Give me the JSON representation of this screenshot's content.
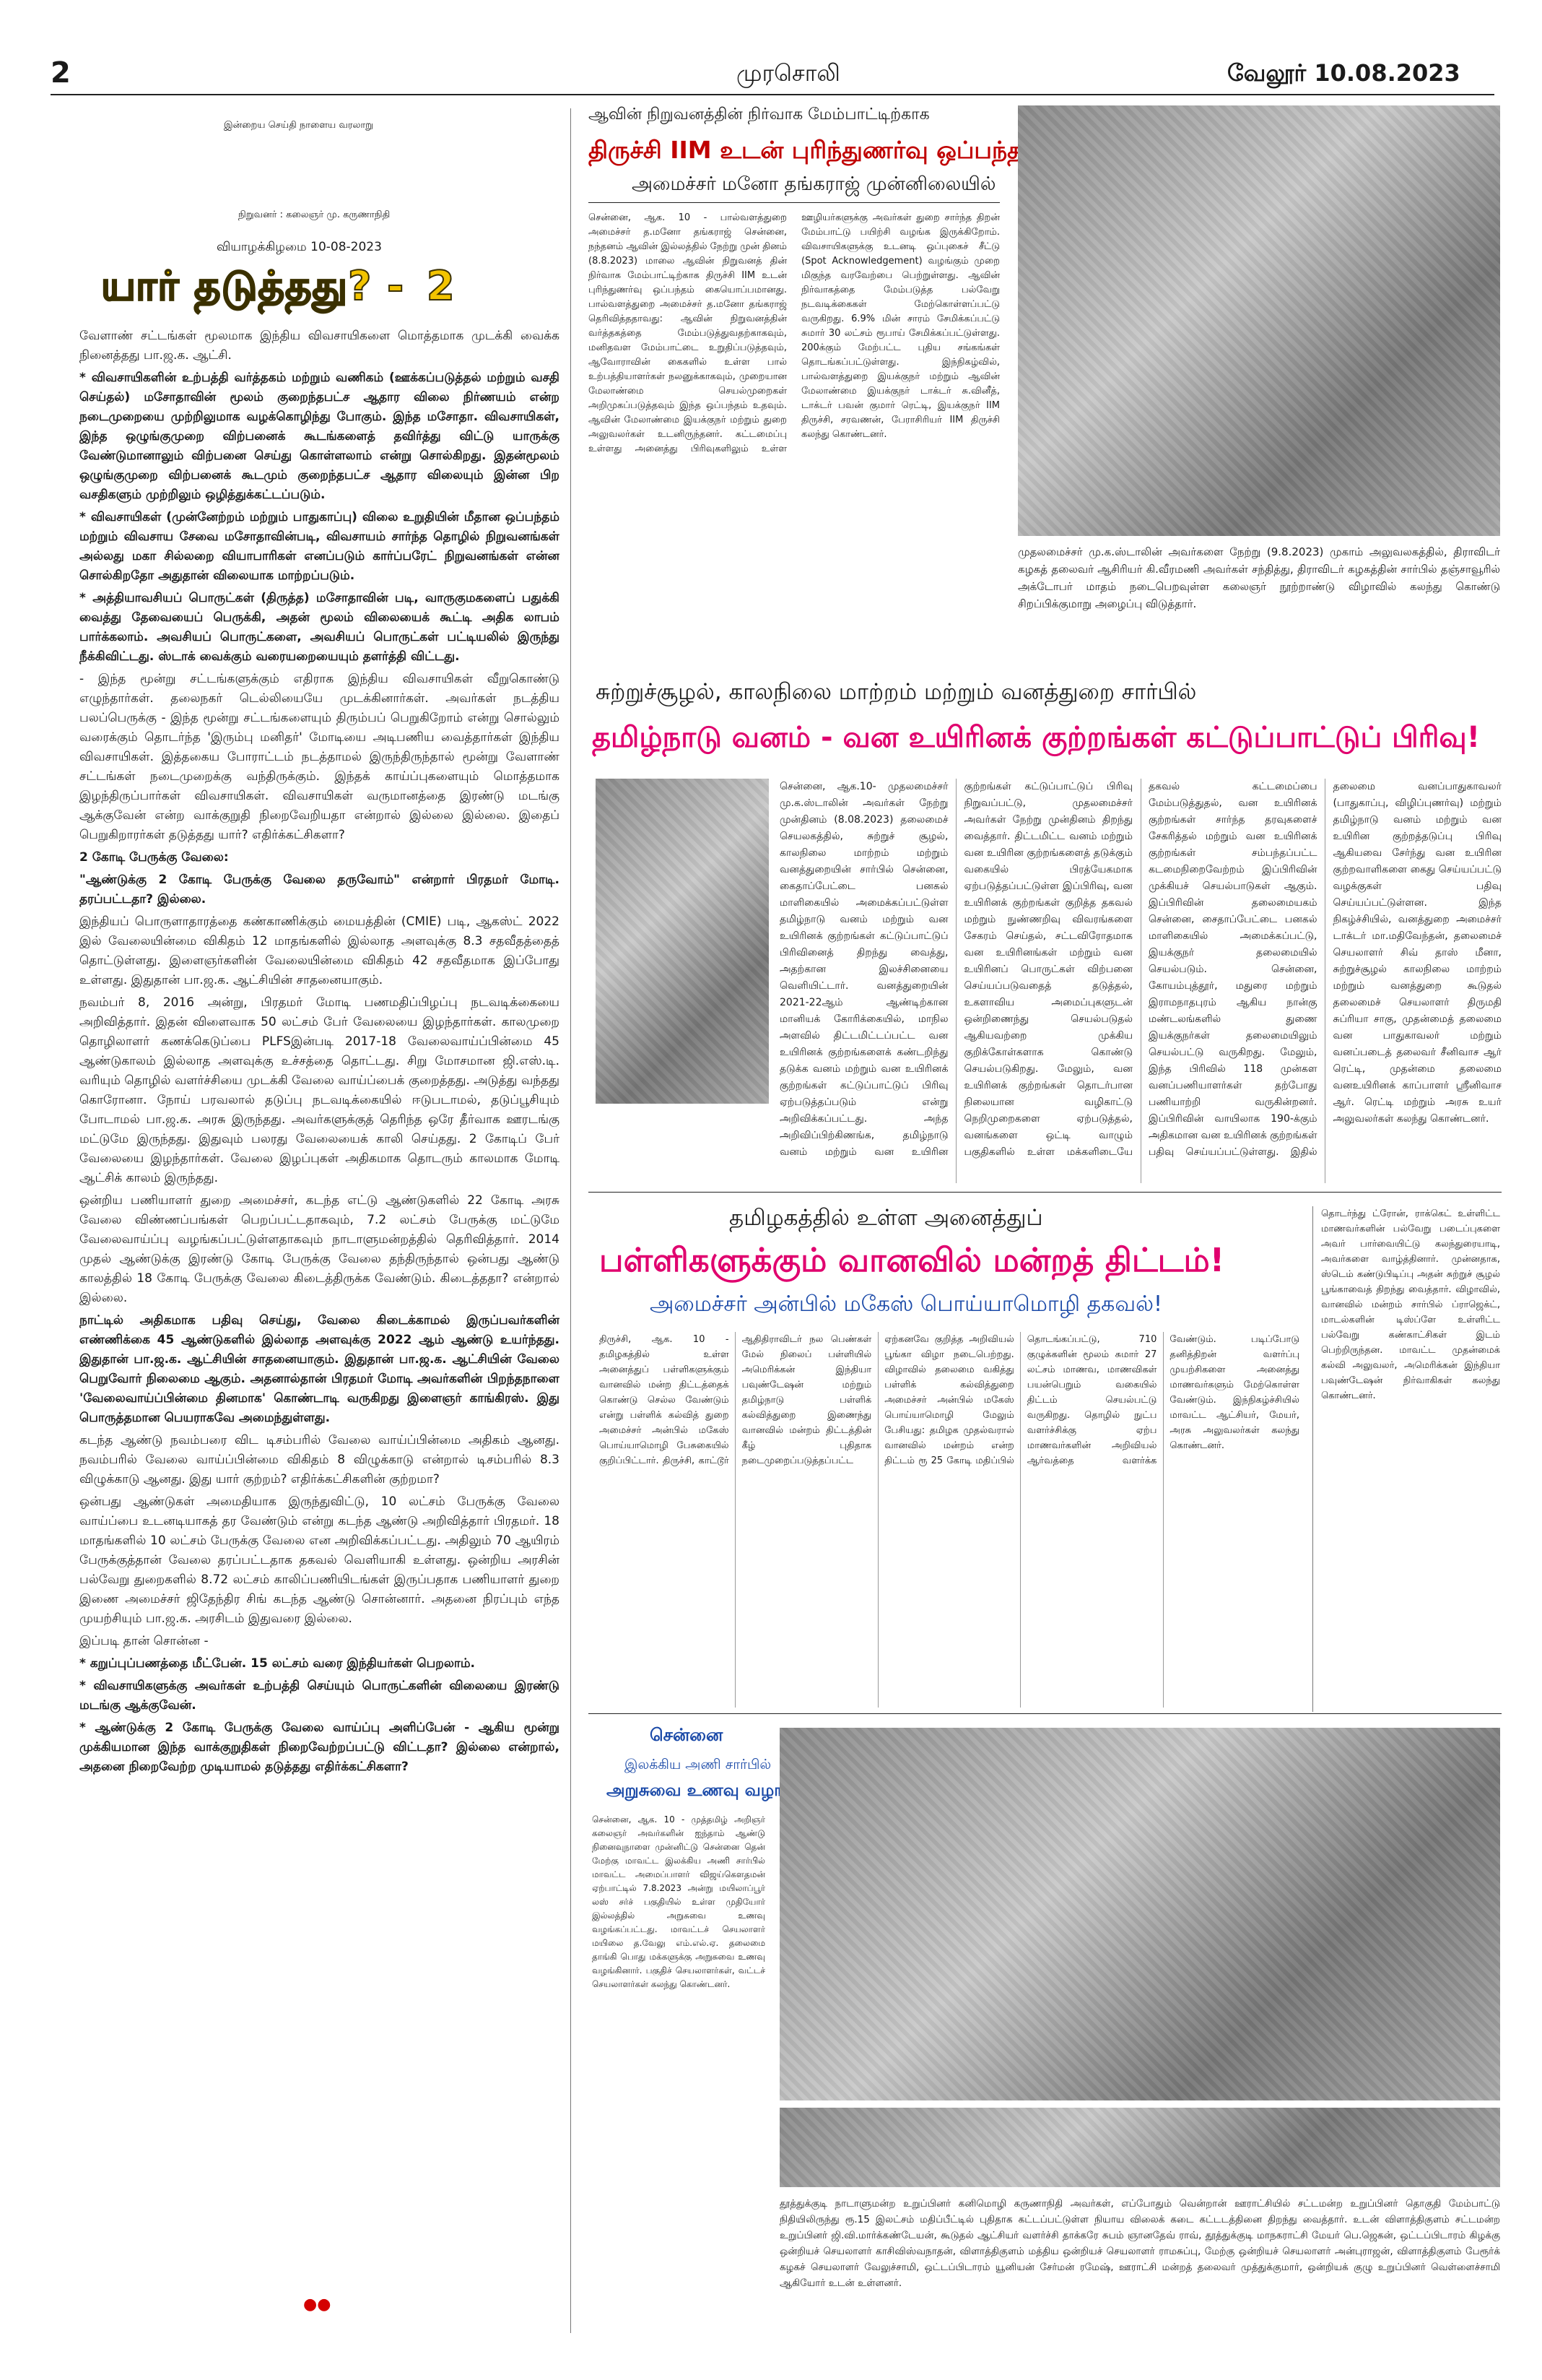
{
  "header": {
    "page_number": "2",
    "paper_name": "முரசொலி",
    "edition_date": "வேலூர் 10.08.2023"
  },
  "editorial": {
    "masthead_tagline": "இன்றைய செய்தி நாளைய வரலாறு",
    "founder": "நிறுவனர் : கலைஞர் மு. கருணாநிதி",
    "date_line": "வியாழக்கிழமை 10-08-2023",
    "title": "யார் தடுத்தது? -",
    "title_number": "2",
    "paragraphs": [
      "வேளாண் சட்டங்கள் மூலமாக இந்திய விவசாயிகளை மொத்தமாக முடக்கி வைக்க நினைத்தது பா.ஜ.க. ஆட்சி.",
      "* விவசாயிகளின் உற்பத்தி வர்த்தகம் மற்றும் வணிகம் (ஊக்கப்படுத்தல் மற்றும் வசதி செய்தல்) மசோதாவின் மூலம் குறைந்தபட்ச ஆதார விலை நிர்ணயம் என்ற நடைமுறையை முற்றிலுமாக வழக்கொழிந்து போகும். இந்த மசோதா. விவசாயிகள், இந்த ஒழுங்குமுறை விற்பனைக் கூடங்களைத் தவிர்த்து விட்டு யாருக்கு வேண்டுமானாலும் விற்பனை செய்து கொள்ளலாம் என்று சொல்கிறது. இதன்மூலம் ஒழுங்குமுறை விற்பனைக் கூடமும் குறைந்தபட்ச ஆதார விலையும் இன்ன பிற வசதிகளும் முற்றிலும் ஒழித்துக்கட்டப்படும்.",
      "* விவசாயிகள் (முன்னேற்றம் மற்றும் பாதுகாப்பு) விலை உறுதியின் மீதான ஒப்பந்தம் மற்றும் விவசாய சேவை மசோதாவின்படி, விவசாயம் சார்ந்த தொழில் நிறுவனங்கள் அல்லது மகா சில்லறை வியாபாரிகள் எனப்படும் கார்ப்பரேட் நிறுவனங்கள் என்ன சொல்கிறதோ அதுதான் விலையாக மாற்றப்படும்.",
      "* அத்தியாவசியப் பொருட்கள் (திருத்த) மசோதாவின் படி, வாருகுமகளைப் பதுக்கி வைத்து தேவையைப் பெருக்கி, அதன் மூலம் விலையைக் கூட்டி அதிக லாபம் பார்க்கலாம். அவசியப் பொருட்களை, அவசியப் பொருட்கள் பட்டியலில் இருந்து நீக்கிவிட்டது. ஸ்டாக் வைக்கும் வரையறையையும் தளர்த்தி விட்டது.",
      "- இந்த மூன்று சட்டங்களுக்கும் எதிராக இந்திய விவசாயிகள் வீறுகொண்டு எழுந்தார்கள். தலைநகர் டெல்லியையே முடக்கினார்கள். அவர்கள் நடத்திய பலப்பெருக்கு - இந்த மூன்று சட்டங்களையும் திரும்பப் பெறுகிறோம் என்று சொல்லும் வரைக்கும் தொடர்ந்த 'இரும்பு மனிதர்' மோடியை அடிபணிய வைத்தார்கள் இந்திய விவசாயிகள். இத்தகைய போராட்டம் நடத்தாமல் இருந்திருந்தால் மூன்று வேளாண் சட்டங்கள் நடைமுறைக்கு வந்திருக்கும். இந்தக் காய்ப்புகளையும் மொத்தமாக இழந்திருப்பார்கள் விவசாயிகள். விவசாயிகள் வருமானத்தை இரண்டு மடங்கு ஆக்குவேன் என்ற வாக்குறுதி நிறைவேறியதா என்றால் இல்லை இல்லை. இதைப் பெறுகிறாரர்கள் தடுத்தது யார்? எதிர்க்கட்சிகளா?",
      "2 கோடி பேருக்கு வேலை:",
      "\"ஆண்டுக்கு 2 கோடி பேருக்கு வேலை தருவோம்\" என்றார் பிரதமர் மோடி. தரப்பட்டதா? இல்லை.",
      "இந்தியப் பொருளாதாரத்தை கண்காணிக்கும் மையத்தின் (CMIE) படி, ஆகஸ்ட் 2022 இல் வேலையின்மை விகிதம் 12 மாதங்களில் இல்லாத அளவுக்கு 8.3 சதவீதத்தைத் தொட்டுள்ளது. இளைஞர்களின் வேலையின்மை விகிதம் 42 சதவீதமாக இப்போது உள்ளது. இதுதான் பா.ஜ.க. ஆட்சியின் சாதனையாகும்.",
      "நவம்பர் 8, 2016 அன்று, பிரதமர் மோடி பணமதிப்பிழப்பு நடவடிக்கையை அறிவித்தார். இதன் விளைவாக 50 லட்சம் பேர் வேலையை இழந்தார்கள். காலமுறை தொழிலாளர் கணக்கெடுப்பை PLFSஇன்படி 2017-18 வேலைவாய்ப்பின்மை 45 ஆண்டுகாலம் இல்லாத அளவுக்கு உச்சத்தை தொட்டது. சிறு மோசமான ஜி.எஸ்.டி. வரியும் தொழில் வளர்ச்சியை முடக்கி வேலை வாய்ப்பைக் குறைத்தது. அடுத்து வந்தது கொரோனா. நோய் பரவலால் தடுப்பு நடவடிக்கையில் ஈடுபடாமல், தடுப்பூசியும் போடாமல் பா.ஜ.க. அரசு இருந்தது. அவர்களுக்குத் தெரிந்த ஒரே தீர்வாக ஊரடங்கு மட்டுமே இருந்தது. இதுவும் பலரது வேலையைக் காலி செய்தது. 2 கோடிப் பேர் வேலையை இழந்தார்கள். வேலை இழப்புகள் அதிகமாக தொடரும் காலமாக மோடி ஆட்சிக் காலம் இருந்தது.",
      "ஒன்றிய பணியாளர் துறை அமைச்சர், கடந்த எட்டு ஆண்டுகளில் 22 கோடி அரசு வேலை விண்ணப்பங்கள் பெறப்பட்டதாகவும், 7.2 லட்சம் பேருக்கு மட்டுமே வேலைவாய்ப்பு வழங்கப்பட்டுள்ளதாகவும் நாடாளுமன்றத்தில் தெரிவித்தார். 2014 முதல் ஆண்டுக்கு இரண்டு கோடி பேருக்கு வேலை தந்திருந்தால் ஒன்பது ஆண்டு காலத்தில் 18 கோடி பேருக்கு வேலை கிடைத்திருக்க வேண்டும். கிடைத்ததா? என்றால் இல்லை.",
      "நாட்டில் அதிகமாக பதிவு செய்து, வேலை கிடைக்காமல் இருப்பவர்களின் எண்ணிக்கை 45 ஆண்டுகளில் இல்லாத அளவுக்கு 2022 ஆம் ஆண்டு உயர்ந்தது. இதுதான் பா.ஜ.க. ஆட்சியின் சாதனையாகும். இதுதான் பா.ஜ.க. ஆட்சியின் வேலை பெறுவோர் நிலைமை ஆகும். அதனால்தான் பிரதமர் மோடி அவர்களின் பிறந்தநாளை 'வேலைவாய்ப்பின்மை தினமாக' கொண்டாடி வருகிறது இளைஞர் காங்கிரஸ். இது பொருத்தமான பெயராகவே அமைந்துள்ளது.",
      "கடந்த ஆண்டு நவம்பரை விட டிசம்பரில் வேலை வாய்ப்பின்மை அதிகம் ஆனது. நவம்பரில் வேலை வாய்ப்பின்மை விகிதம் 8 விழுக்காடு என்றால் டிசம்பரில் 8.3 விழுக்காடு ஆனது. இது யார் குற்றம்? எதிர்க்கட்சிகளின் குற்றமா?",
      "ஒன்பது ஆண்டுகள் அமைதியாக இருந்துவிட்டு, 10 லட்சம் பேருக்கு வேலை வாய்ப்பை உடனடியாகத் தர வேண்டும் என்று கடந்த ஆண்டு அறிவித்தார் பிரதமர். 18 மாதங்களில் 10 லட்சம் பேருக்கு வேலை என அறிவிக்கப்பட்டது. அதிலும் 70 ஆயிரம் பேருக்குத்தான் வேலை தரப்பட்டதாக தகவல் வெளியாகி உள்ளது. ஒன்றிய அரசின் பல்வேறு துறைகளில் 8.72 லட்சம் காலிப்பணியிடங்கள் இருப்பதாக பணியாளர் துறை இணை அமைச்சர் ஜிதேந்திர சிங் கடந்த ஆண்டு சொன்னார். அதனை நிரப்பும் எந்த முயற்சியும் பா.ஜ.க. அரசிடம் இதுவரை இல்லை.",
      "இப்படி தான் சொன்ன -",
      "* கறுப்புப்பணத்தை மீட்பேன். 15 லட்சம் வரை இந்தியர்கள் பெறலாம்.",
      "* விவசாயிகளுக்கு அவர்கள் உற்பத்தி செய்யும் பொருட்களின் விலையை இரண்டு மடங்கு ஆக்குவேன்.",
      "* ஆண்டுக்கு 2 கோடி பேருக்கு வேலை வாய்ப்பு அளிப்பேன் - ஆகிய மூன்று முக்கியமான இந்த வாக்குறுதிகள் நிறைவேற்றப்பட்டு விட்டதா? இல்லை என்றால், அதனை நிறைவேற்ற முடியாமல் தடுத்தது எதிர்க்கட்சிகளா?"
    ],
    "bold_paragraph_indexes": [
      1,
      2,
      3,
      5,
      6,
      10,
      14,
      15,
      16
    ],
    "footer_mark": "●●"
  },
  "story_iim": {
    "kicker": "ஆவின் நிறுவனத்தின் நிர்வாக மேம்பாட்டிற்காக",
    "headline": "திருச்சி IIM உடன் புரிந்துணர்வு ஒப்பந்தம்!",
    "subhead": "அமைச்சர் மனோ தங்கராஜ் முன்னிலையில்",
    "body": "சென்னை, ஆக. 10 - பால்வளத்துறை அமைச்சர் த.மனோ தங்கராஜ் சென்னை, நந்தனம் ஆவின் இல்லத்தில் நேற்று முன் தினம் (8.8.2023) மாலை ஆவின் நிறுவனத் தின் நிர்வாக மேம்பாட்டிற்காக திருச்சி IIM உடன் புரிந்துணர்வு ஒப்பந்தம் கையொப்பமானது. பால்வளத்துறை அமைச்சர் த.மனோ தங்கராஜ் தெரிவித்ததாவது: ஆவின் நிறுவனத்தின் வர்த்தகத்தை மேம்படுத்துவதற்காகவும், மனிதவள மேம்பாட்டை உறுதிப்படுத்தவும், ஆவோராவின் கைகளில் உள்ள பால் உற்பத்தியாளர்கள் நலனுக்காகவும், முறையான மேலாண்மை செயல்முறைகள் அறிமுகப்படுத்தவும் இந்த ஒப்பந்தம் உதவும். ஆவின் மேலாண்மை இயக்குநர் மற்றும் துறை அலுவலர்கள் உடனிருந்தனர். கட்டமைப்பு உள்ளது அனைத்து பிரிவுகளிலும் உள்ள ஊழியர்களுக்கு அவர்கள் துறை சார்ந்த திறன் மேம்பாட்டு பயிற்சி வழங்க இருக்கிறோம். விவசாயிகளுக்கு உடனடி ஒப்புகைச் சீட்டு (Spot Acknowledgement) வழங்கும் முறை மிகுந்த வரவேற்பை பெற்றுள்ளது. ஆவின் நிர்வாகத்தை மேம்படுத்த பல்வேறு நடவடிக்கைகள் மேற்கொள்ளப்பட்டு வருகிறது. 6.9% மின் சாரம் சேமிக்கப்பட்டு சுமார் 30 லட்சம் ரூபாய் சேமிக்கப்பட்டுள்ளது. 200க்கும் மேற்பட்ட புதிய சங்கங்கள் தொடங்கப்பட்டுள்ளது. இந்நிகழ்வில், பால்வளத்துறை இயக்குநர் மற்றும் ஆவின் மேலாண்மை இயக்குநர் டாக்டர் சு.வினீத், டாக்டர் பவன் குமார் ரெட்டி, இயக்குநர் IIM திருச்சி, சரவணன், பேராசிரியர் IIM திருச்சி கலந்து கொண்டனர்.",
    "caption": "முதலமைச்சர் மு.க.ஸ்டாலின் அவர்களை நேற்று (9.8.2023) முகாம் அலுவலகத்தில், திராவிடர் கழகத் தலைவர் ஆசிரியர் கி.வீரமணி அவர்கள் சந்தித்து, திராவிடர் கழகத்தின் சார்பில் தஞ்சாவூரில் அக்டோபர் மாதம் நடைபெறவுள்ள கலைஞர் நூற்றாண்டு விழாவில் கலந்து கொண்டு சிறப்பிக்குமாறு அழைப்பு விடுத்தார்."
  },
  "story_forest": {
    "kicker": "சுற்றுச்சூழல், காலநிலை மாற்றம் மற்றும் வனத்துறை சார்பில்",
    "headline": "தமிழ்நாடு வனம் - வன உயிரினக் குற்றங்கள் கட்டுப்பாட்டுப் பிரிவு!",
    "body": "சென்னை, ஆக.10- முதலமைச்சர் மு.க.ஸ்டாலின் அவர்கள் நேற்று முன்தினம் (8.08.2023) தலைமைச் செயலகத்தில், சுற்றுச் சூழல், காலநிலை மாற்றம் மற்றும் வனத்துறையின் சார்பில் சென்னை, கைதாப்பேட்டை பனகல் மாளிகையில் அமைக்கப்பட்டுள்ள தமிழ்நாடு வனம் மற்றும் வன உயிரினக் குற்றங்கள் கட்டுப்பாட்டுப் பிரிவினைத் திறந்து வைத்து, அதற்கான இலச்சினையை வெளியிட்டார். வனத்துறையின் 2021-22ஆம் ஆண்டிற்கான மானியக் கோரிக்கையில், மாநில அளவில் திட்டமிட்டப்பட்ட வன உயிரினக் குற்றங்களைக் கண்டறிந்து தடுக்க வனம் மற்றும் வன உயிரினக் குற்றங்கள் கட்டுப்பாட்டுப் பிரிவு ஏற்படுத்தப்படும் என்று அறிவிக்கப்பட்டது. அந்த அறிவிப்பிற்கிணங்க, தமிழ்நாடு வனம் மற்றும் வன உயிரின குற்றங்கள் கட்டுப்பாட்டுப் பிரிவு நிறுவப்பட்டு, முதலமைச்சர் அவர்கள் நேற்று முன்தினம் திறந்து வைத்தார். திட்டமிட்ட வனம் மற்றும் வன உயிரின குற்றங்களைத் தடுக்கும் வகையில் பிரத்யேகமாக ஏற்படுத்தப்பட்டுள்ள இப்பிரிவு, வன உயிரினக் குற்றங்கள் குறித்த தகவல் மற்றும் நுண்ணறிவு விவரங்களை சேகரம் செய்தல், சட்டவிரோதமாக வன உயிரினங்கள் மற்றும் வன உயிரினப் பொருட்கள் விற்பனை செய்யப்படுவதைத் தடுத்தல், உகளாவிய அமைப்புகளுடன் ஒன்றிணைந்து செயல்படுதல் ஆகியவற்றை முக்கிய குறிக்கோள்களாக கொண்டு செயல்படுகிறது. மேலும், வன உயிரினக் குற்றங்கள் தொடர்பான நிலையான வழிகாட்டு நெறிமுறைகளை ஏற்படுத்தல், வனங்களை ஒட்டி வாழும் பகுதிகளில் உள்ள மக்களிடையே தகவல் கட்டமைப்பை மேம்படுத்துதல், வன உயிரினக் குற்றங்கள் சார்ந்த தரவுகளைச் சேகரித்தல் மற்றும் வன உயிரினக் குற்றங்கள் சம்பந்தப்பட்ட கடமைநிறைவேற்றம் இப்பிரிவின் முக்கியச் செயல்பாடுகள் ஆகும். இப்பிரிவின் தலைமையகம் சென்னை, சைதாப்பேட்டை பனகல் மாளிகையில் அமைக்கப்பட்டு, இயக்குநர் தலைமையில் செயல்படும். சென்னை, கோயம்புத்தூர், மதுரை மற்றும் இராமநாதபுரம் ஆகிய நான்கு மண்டலங்களில் துணை இயக்குநர்கள் தலைமையிலும் செயல்பட்டு வருகிறது. மேலும், இந்த பிரிவில் 118 முன்கள வனப்பணியாளர்கள் தற்போது பணியாற்றி வருகின்றனர். இப்பிரிவின் வாயிலாக 190-க்கும் அதிகமான வன உயிரினக் குற்றங்கள் பதிவு செய்யப்பட்டுள்ளது. இதில் தலைமை வனப்பாதுகாவலர் (பாதுகாப்பு, விழிப்புணர்வு) மற்றும் தமிழ்நாடு வனம் மற்றும் வன உயிரின குற்றத்தடுப்பு பிரிவு ஆகியவை சேர்ந்து வன உயிரின குற்றவாளிகளை கைது செய்யப்பட்டு வழக்குகள் பதிவு செய்யப்பட்டுள்ளன. இந்த நிகழ்ச்சியில், வனத்துறை அமைச்சர் டாக்டர் மா.மதிவேந்தன், தலைமைச் செயலாளர் சிவ் தாஸ் மீனா, சுற்றுச்சூழல் காலநிலை மாற்றம் மற்றும் வனத்துறை கூடுதல் தலைமைச் செயலாளர் திருமதி சுப்ரியா சாகு, முதன்மைத் தலைமை வன பாதுகாவலர் மற்றும் வனப்படைத் தலைவர் சீனிவாச ஆர் ரெட்டி, முதன்மை தலைமை வனஉயிரினக் காப்பாளர் ஸ்ரீனிவாச ஆர். ரெட்டி மற்றும் அரசு உயர் அலுவலர்கள் கலந்து கொண்டனர்."
  },
  "story_school": {
    "kicker": "தமிழகத்தில் உள்ள அனைத்துப்",
    "headline": "பள்ளிகளுக்கும் வானவில் மன்றத் திட்டம்!",
    "subhead": "அமைச்சர் அன்பில் மகேஸ் பொய்யாமொழி தகவல்!",
    "body": "திருச்சி, ஆக. 10 - தமிழகத்தில் உள்ள அனைத்துப் பள்ளிகளுக்கும் வானவில் மன்ற திட்டத்தைக் கொண்டு செல்ல வேண்டும் என்று பள்ளிக் கல்வித் துறை அமைச்சர் அன்பில் மகேஸ் பொய்யாமொழி பேசுகையில் குறிப்பிட்டார். திருச்சி, காட்டூர் ஆதிதிராவிடர் நல பெண்கள் மேல் நிலைப் பள்ளியில் அமெரிக்கன் இந்தியா பவுண்டேஷன் மற்றும் தமிழ்நாடு பள்ளிக் கல்வித்துறை இணைந்து வானவில் மன்றம் திட்டத்தின் கீழ் புதிதாக நடைமுறைப்படுத்தப்பட்ட ஏற்கனவே குறித்த அறிவியல் பூங்கா விழா நடைபெற்றது. விழாவில் தலைமை வகித்து பள்ளிக் கல்வித்துறை அமைச்சர் அன்பில் மகேஸ் பொய்யாமொழி மேலும் பேசியது: தமிழக முதல்வரால் வானவில் மன்றம் என்ற திட்டம் ரூ 25 கோடி மதிப்பில் தொடங்கப்பட்டு, 710 குழுக்களின் மூலம் சுமார் 27 லட்சம் மாணவ, மாணவிகள் பயன்பெறும் வகையில் திட்டம் செயல்பட்டு வருகிறது. தொழில் நுட்ப வளர்ச்சிக்கு ஏற்ப மாணவர்களின் அறிவியல் ஆர்வத்தை வளர்க்க வேண்டும். படிப்போடு தனித்திறன் வளர்ப்பு முயற்சிகளை அனைத்து மாணவர்களும் மேற்கொள்ள வேண்டும். இந்நிகழ்ச்சியில் மாவட்ட ஆட்சியர், மேயர், அரசு அலுவலர்கள் கலந்து கொண்டனர்.",
    "sidebar_body": "தொடர்ந்து ட்ரோன், ராக்கெட் உள்ளிட்ட மாணவர்களின் பல்வேறு படைப்புகளை அவர் பார்வையிட்டு கலந்துரையாடி, அவர்களை வாழ்த்தினார். முன்னதாக, ஸ்டெம் கண்டுபிடிப்பு அதன் சுற்றுச் சூழல் பூங்காவைத் திறந்து வைத்தார். விழாவில், வானவில் மன்றம் சார்பில் ப்ராஜெக்ட், மாடல்களின் டிஸ்ப்ளே உள்ளிட்ட பல்வேறு கண்காட்சிகள் இடம் பெற்றிருந்தன. மாவட்ட முதன்மைக் கல்வி அலுவலர், அமெரிக்கன் இந்தியா பவுண்டேஷன் நிர்வாகிகள் கலந்து கொண்டனர்."
  },
  "story_chennai": {
    "place": "சென்னை",
    "kicker": "இலக்கிய அணி சார்பில்",
    "headline": "அறுசுவை உணவு வழங்கல்!",
    "body": "சென்னை, ஆக. 10 - முத்தமிழ் அறிஞர் கலைஞர் அவர்களின் ஐந்தாம் ஆண்டு நினைவுநாளை முன்னிட்டு சென்னை தென் மேற்கு மாவட்ட இலக்கிய அணி சார்பில் மாவட்ட அமைப்பாளர் விஜய்கெளதமன் ஏற்பாட்டில் 7.8.2023 அன்று மயிலாப்பூர் லஸ் சர்ச் பகுதியில் உள்ள முதியோர் இல்லத்தில் அறுசுவை உணவு வழங்கப்பட்டது. மாவட்டச் செயலாளர் மயிலை த.வேலு எம்.எல்.ஏ. தலைமை தாங்கி பொது மக்களுக்கு அறுசுவை உணவு வழங்கினார். பகுதிச் செயலாளர்கள், வட்டச் செயலாளர்கள் கலந்து கொண்டனர்."
  },
  "bottom_note": {
    "body": "தூத்துக்குடி நாடாளுமன்ற உறுப்பினர் கனிமொழி கருணாநிதி அவர்கள், எப்போதும் வென்றான் ஊராட்சியில் சட்டமன்ற உறுப்பினர் தொகுதி மேம்பாட்டு நிதியிலிருந்து ரூ.15 இலட்சம் மதிப்பீட்டில் புதிதாக கட்டப்பட்டுள்ள நியாய விலைக் கடை கட்டடத்தினை திறந்து வைத்தார். உடன் விளாத்திகுளம் சட்டமன்ற உறுப்பினர் ஜி.வி.மார்க்கண்டேயன், கூடுதல் ஆட்சியர் வளர்ச்சி தாக்கரே சுபம் ஞானதேவ் ராவ், தூத்துக்குடி மாநகராட்சி மேயர் பெ.ஜெகன், ஒட்டப்பிடாரம் கிழக்கு ஒன்றியச் செயலாளர் காசிவிஸ்வநாதன், விளாத்திகுளம் மத்திய ஒன்றியச் செயலாளர் ராமசுப்பு, மேற்கு ஒன்றியச் செயலாளர் அன்புராஜன், விளாத்திகுளம் பேரூர்க் கழகச் செயலாளர் வேலுச்சாமி, ஒட்டப்பிடாரம் யூனியன் சேர்மன் ரமேஷ், ஊராட்சி மன்றத் தலைவர் முத்துக்குமார், ஒன்றியக் குழு உறுப்பினர் வெள்ளைச்சாமி ஆகியோர் உடன் உள்ளனர்."
  }
}
